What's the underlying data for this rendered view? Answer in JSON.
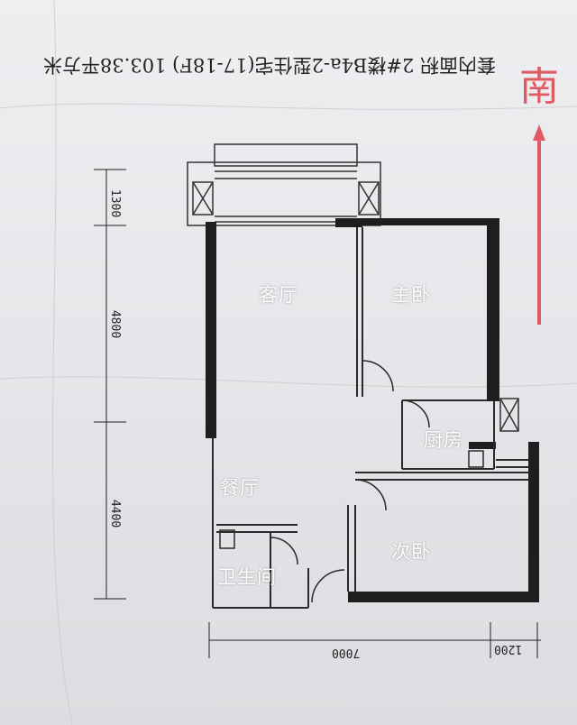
{
  "header": {
    "text": "套内面积 2#楼B4a-2型住宅(17-18F) 103.38平方米"
  },
  "compass": {
    "label": "南",
    "color": "#e05a63"
  },
  "rooms": {
    "living_room": "客厅",
    "master_bedroom": "主卧",
    "kitchen": "厨房",
    "dining_room": "餐厅",
    "second_bedroom": "次卧",
    "bathroom": "卫生间"
  },
  "dimensions": {
    "left": [
      "1300",
      "4800",
      "4400"
    ],
    "bottom": [
      "7000",
      "1200"
    ]
  }
}
